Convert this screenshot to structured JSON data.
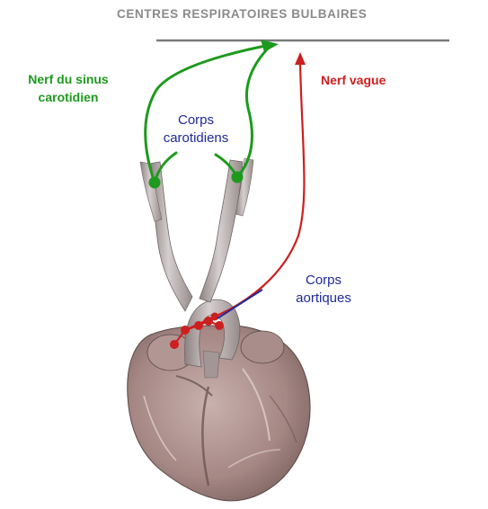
{
  "title": "CENTRES RESPIRATOIRES BULBAIRES",
  "labels": {
    "nerf_sinus": [
      "Nerf du sinus",
      "carotidien"
    ],
    "nerf_vague": "Nerf vague",
    "corps_carotidiens": [
      "Corps",
      "carotidiens"
    ],
    "corps_aortiques": [
      "Corps",
      "aortiques"
    ]
  },
  "colors": {
    "title": "#8a8a8a",
    "sinus_nerve": "#1d9a1d",
    "vagus_nerve": "#cc1f1f",
    "body_labels": "#1f2a99",
    "pointer": "#1f2a99",
    "vessels": "#b3a8a8",
    "heart": "#a98b88"
  },
  "icons": {
    "heart": "heart-illustration",
    "arteries": "carotid-arteries-illustration"
  }
}
